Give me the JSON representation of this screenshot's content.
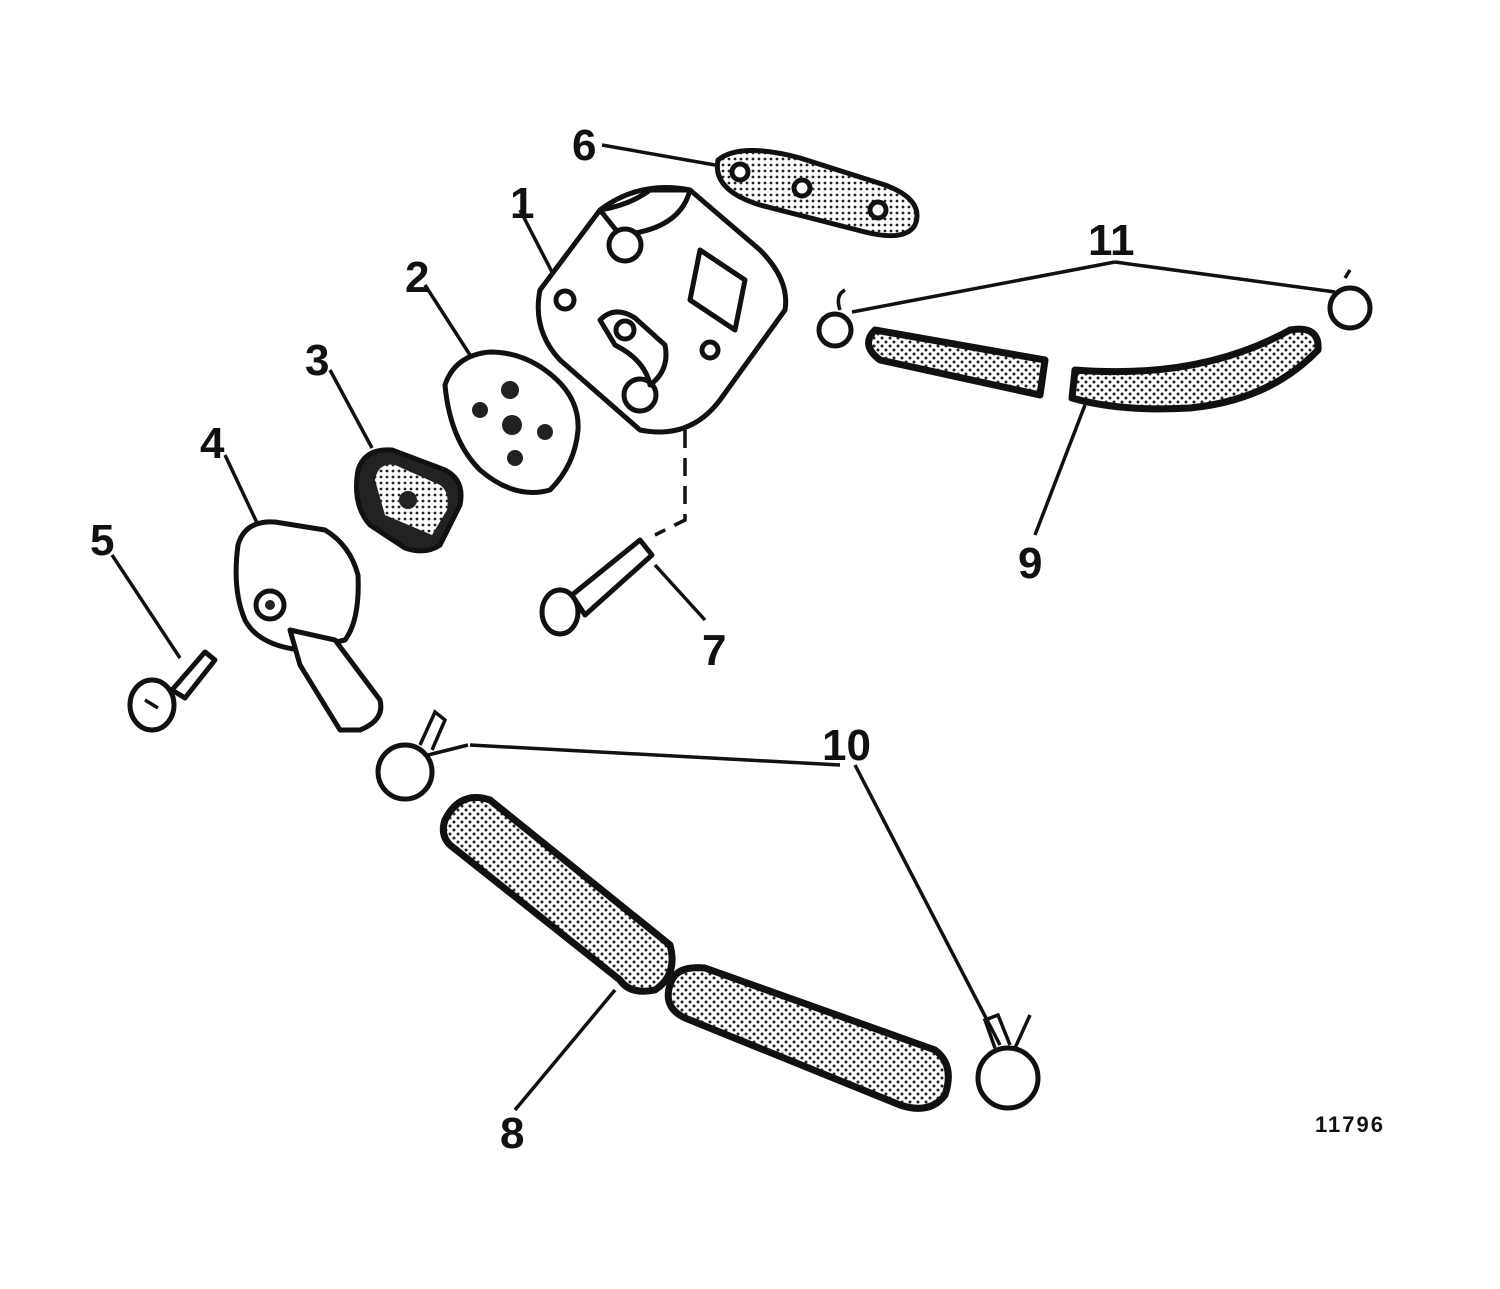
{
  "callouts": [
    {
      "id": "1",
      "label": "1"
    },
    {
      "id": "2",
      "label": "2"
    },
    {
      "id": "3",
      "label": "3"
    },
    {
      "id": "4",
      "label": "4"
    },
    {
      "id": "5",
      "label": "5"
    },
    {
      "id": "6",
      "label": "6"
    },
    {
      "id": "7",
      "label": "7"
    },
    {
      "id": "8",
      "label": "8"
    },
    {
      "id": "9",
      "label": "9"
    },
    {
      "id": "10",
      "label": "10"
    },
    {
      "id": "11",
      "label": "11"
    }
  ],
  "figure_number": "11796",
  "colors": {
    "ink": "#111111",
    "paper": "#ffffff"
  }
}
